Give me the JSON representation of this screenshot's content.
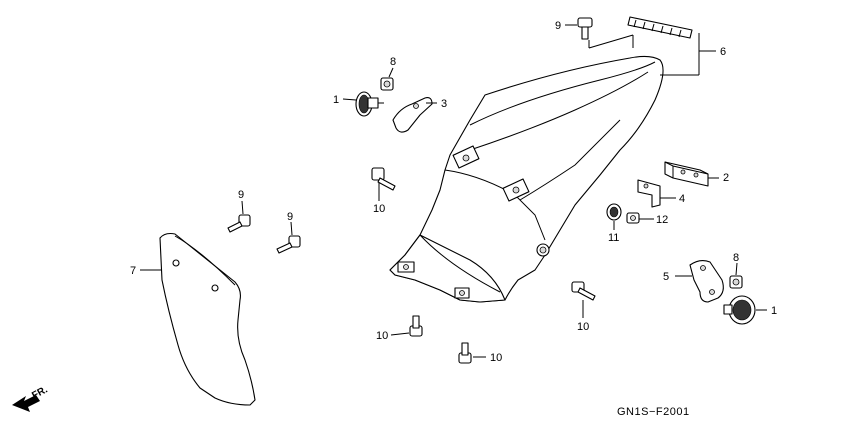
{
  "diagram_code": "GN1S−F2001",
  "direction_label": "FR.",
  "callouts": {
    "c1_top": "1",
    "c8_top": "8",
    "c3": "3",
    "c9_top": "9",
    "c6": "6",
    "c2": "2",
    "c4": "4",
    "c12": "12",
    "c11": "11",
    "c10_mid": "10",
    "c9_left_a": "9",
    "c9_left_b": "9",
    "c7": "7",
    "c5": "5",
    "c8_right": "8",
    "c1_right": "1",
    "c10_bottom_right": "10",
    "c10_bottom_left": "10",
    "c10_bottom_center": "10"
  }
}
